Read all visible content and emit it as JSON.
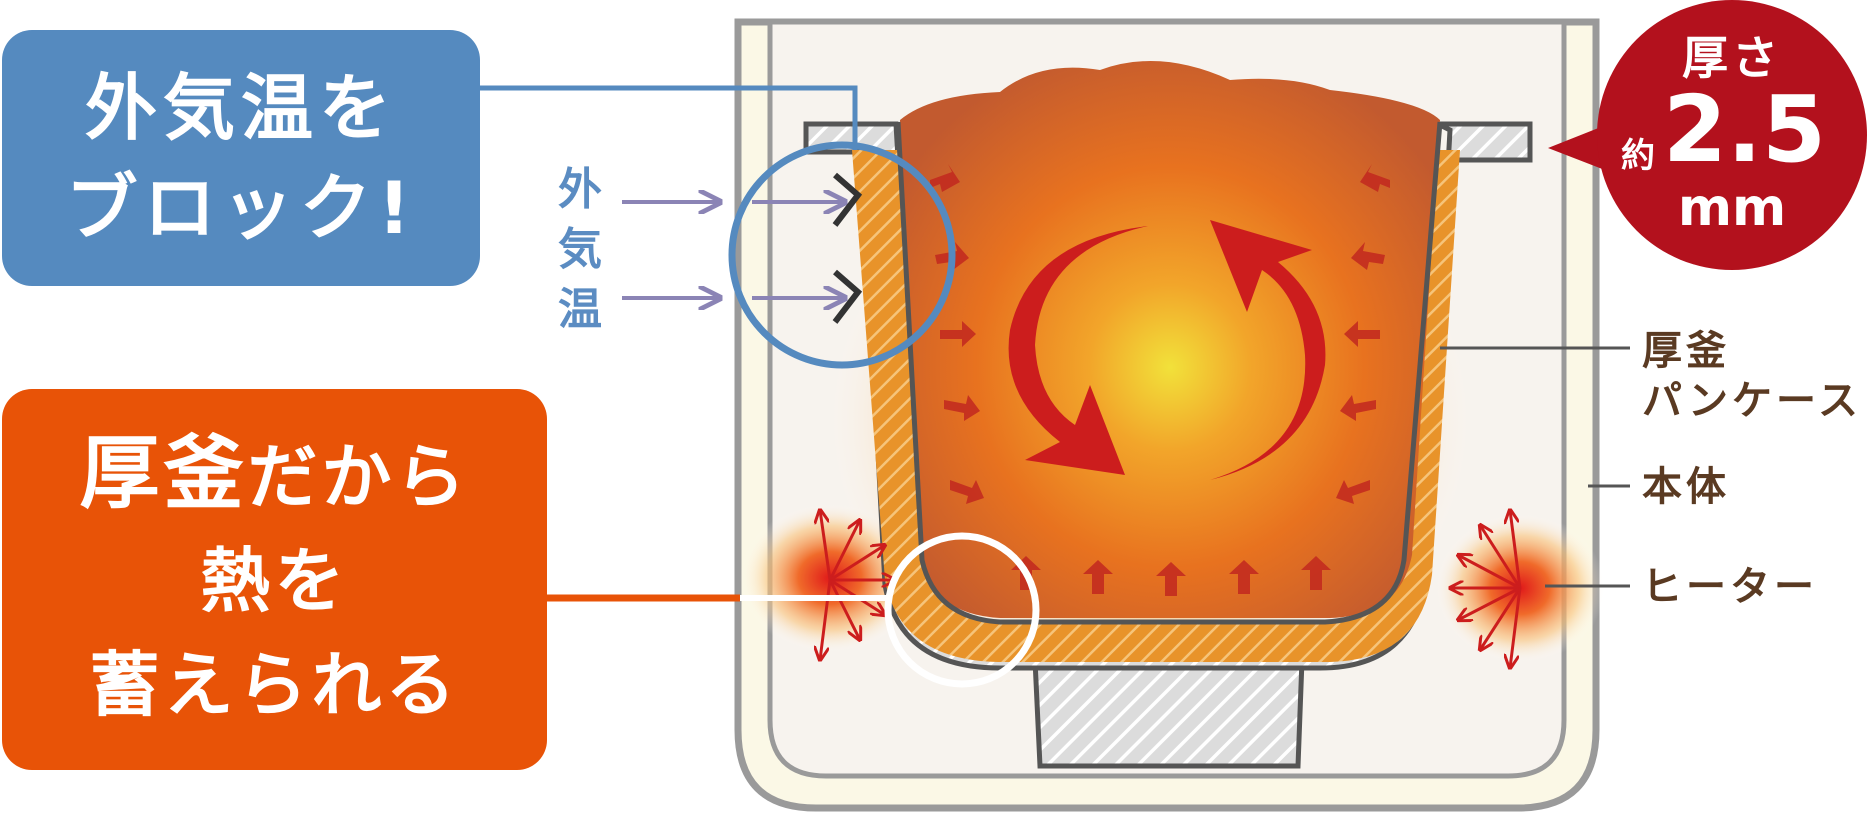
{
  "callout_block": {
    "line1": "外気温を",
    "line2": "ブロック!"
  },
  "callout_heat": {
    "line1_big": "厚釜",
    "line1_rest": "だから",
    "line2": "熱を",
    "line3": "蓄えられる"
  },
  "outside_air_label": [
    "外",
    "気",
    "温"
  ],
  "thickness_badge": {
    "line1": "厚さ",
    "prefix": "約",
    "value": "2.5",
    "unit": "mm"
  },
  "parts": {
    "pan_case_line1": "厚釜",
    "pan_case_line2": "パンケース",
    "body": "本体",
    "heater": "ヒーター"
  },
  "colors": {
    "blue": "#558abf",
    "orange": "#e85307",
    "red": "#b3111d",
    "arrow_red": "#cc1d1d",
    "label_brown": "#5a3a22",
    "air_arrow": "#8b84b5"
  }
}
